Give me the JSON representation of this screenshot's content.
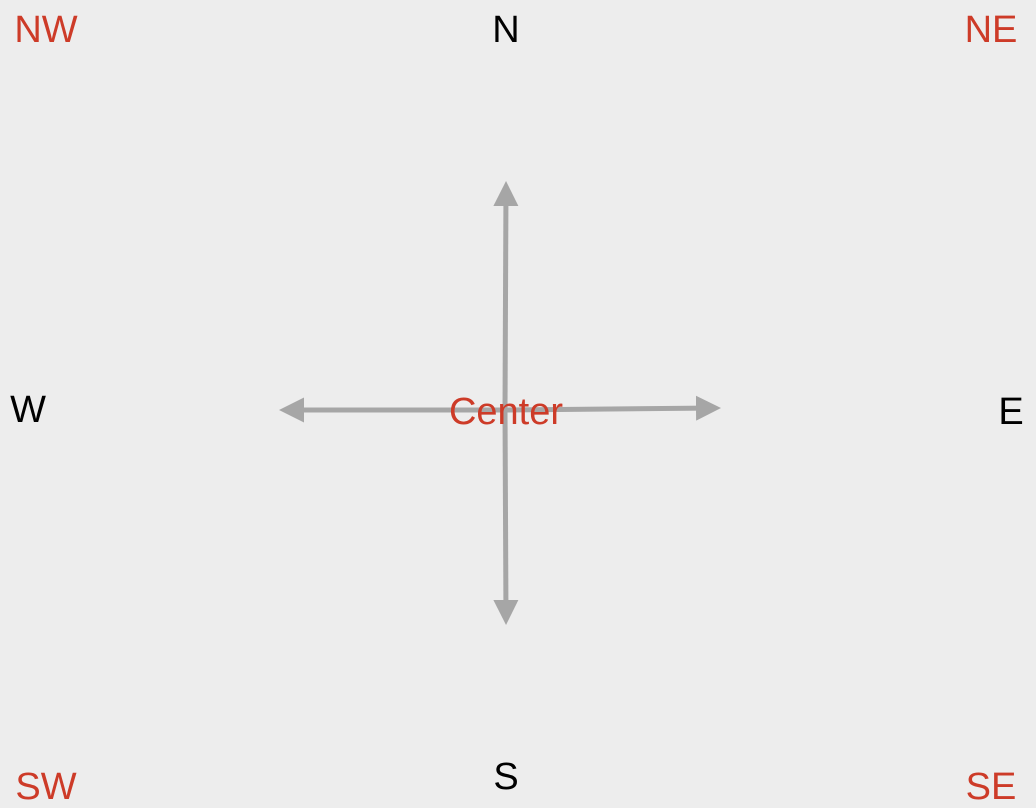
{
  "labels": {
    "nw": "NW",
    "n": "N",
    "ne": "NE",
    "w": "W",
    "center": "Center",
    "e": "E",
    "sw": "SW",
    "s": "S",
    "se": "SE"
  },
  "colors": {
    "background": "#ededed",
    "accent_text": "#cd3b28",
    "plain_text": "#000000",
    "arrow": "#a6a6a6"
  }
}
